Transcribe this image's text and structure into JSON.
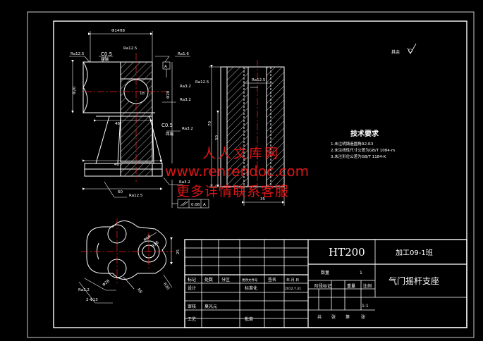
{
  "colors": {
    "background": "#000000",
    "frame": "#ffffff",
    "geometry": "#ffffff",
    "centerline": "#ff2020",
    "dimension": "#ffffff",
    "hatch": "#ffffff",
    "watermark": "#ff1a1a"
  },
  "drawing": {
    "roughness_note": "其余",
    "tech_title": "技术要求",
    "tech_items": [
      "1.未注明铸造圆角R2-R3",
      "2.未注线性尺寸公差为GB/T 1084-m",
      "3.未注形位公差为GB/T 1184-K"
    ],
    "dims": {
      "d_top": "Φ14H8",
      "c05_top": "C0.5",
      "both_ends_top": "两端",
      "c05_mid": "C0.5",
      "both_ends_mid": "两端",
      "dia_left": "Φ20",
      "d28": "Φ28",
      "d20": "Φ20",
      "d_right": "Φ16",
      "len_70": "70",
      "len_35": "35",
      "len_50": "50",
      "len_60": "60",
      "len_48": "48",
      "len_40": "40",
      "len_25": "25",
      "len_18": "18",
      "ra_1": "Ra12.5",
      "ra_2": "Ra12.5",
      "ra_3": "Ra1.6",
      "ra_4": "Ra3.2",
      "ra_5": "Ra3.2",
      "ra_6": "Ra3.2",
      "ra_7": "Ra12.5",
      "ra_8": "Ra12.5",
      "ra_9": "Ra3.2",
      "ra_10": "Ra12.5",
      "datum": "A",
      "tol": "0.08",
      "tol_datum": "A",
      "holes": "2-Φ13",
      "r10": "R10",
      "r18": "R18",
      "r8": "R8",
      "d_hole": "Φ28",
      "r_side": "R30"
    }
  },
  "watermark": {
    "line1": "人人文库网",
    "line2": "www.renrendoc.com",
    "line3": "更多详情联系客服"
  },
  "title_block": {
    "material": "HT200",
    "class": "加工09-1班",
    "part_name": "气门摇杆支座",
    "mark_label": "标记",
    "count_label": "处数",
    "zone_label": "分区",
    "change_label": "更改文件号",
    "sign_label": "签名",
    "date_label": "年.月.日",
    "design_label": "设计",
    "std_label": "标准化",
    "std_date": "2012.7.31",
    "review_label": "审核",
    "reviewer": "莫光元",
    "process_label": "工艺",
    "approve_label": "批准",
    "qty_label": "数量",
    "qty_value": "1",
    "stage_label": "阶段标记",
    "weight_label": "重量",
    "scale_label": "比例",
    "scale_value": "1:1",
    "sheets": "共",
    "sheet_word": "张",
    "page": "第",
    "page_word": "张"
  }
}
